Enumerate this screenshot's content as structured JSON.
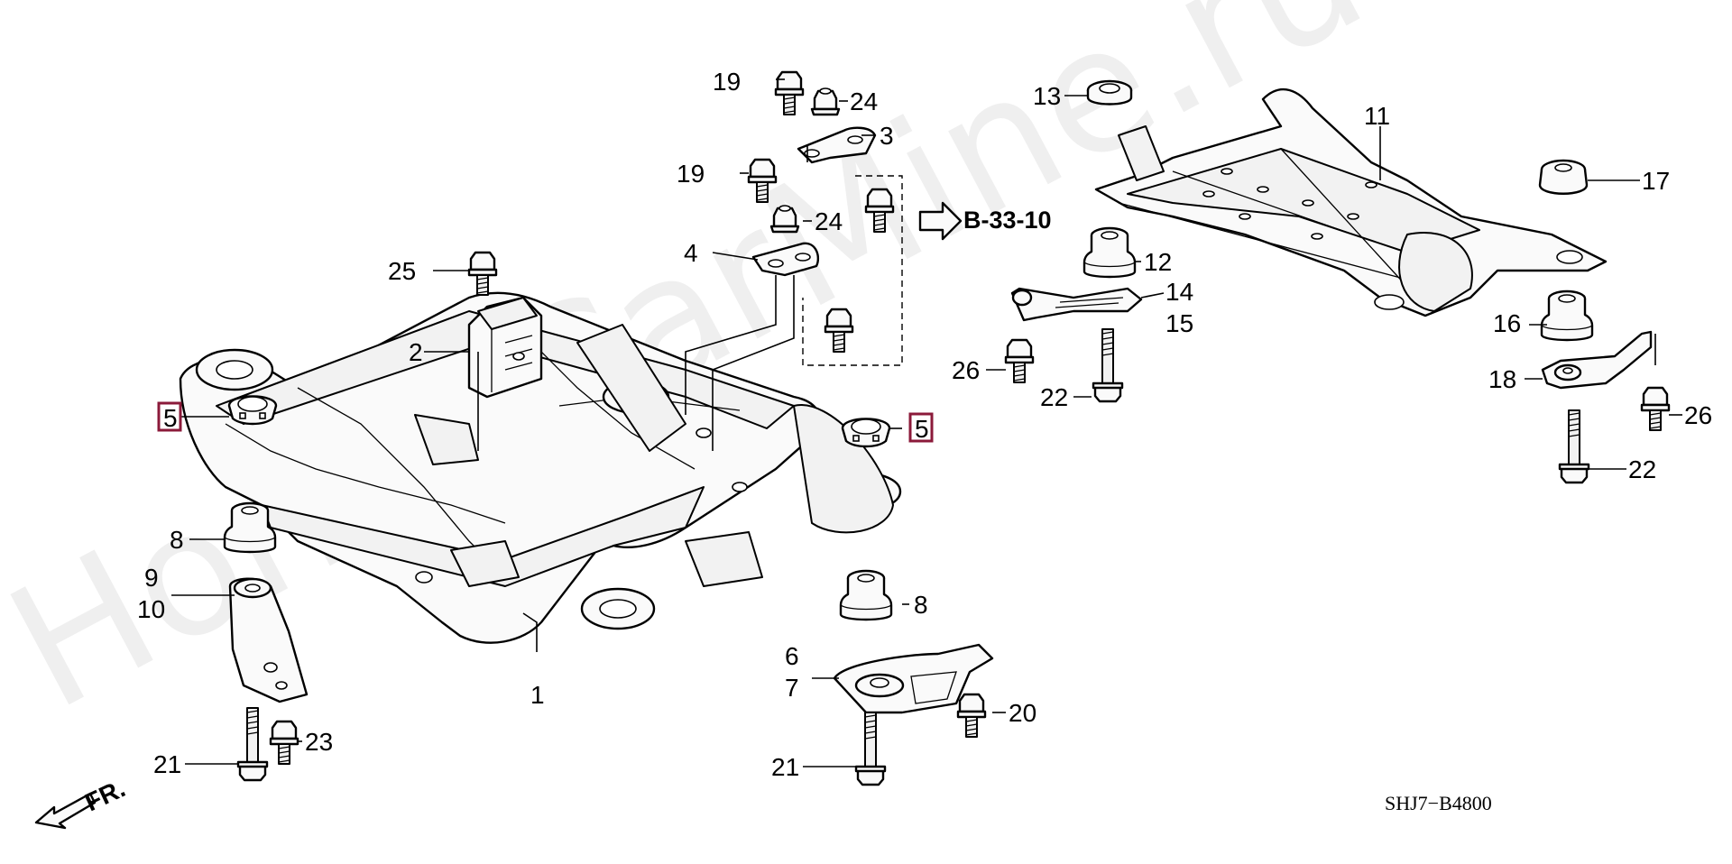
{
  "watermark": "HondaCarMine.ru",
  "diagram_code": "SHJ7−B4800",
  "cross_reference": "B-33-10",
  "front_indicator": "FR.",
  "callouts": {
    "p1": "1",
    "p2": "2",
    "p3": "3",
    "p4": "4",
    "p5a": "5",
    "p5b": "5",
    "p6": "6",
    "p7": "7",
    "p8a": "8",
    "p8b": "8",
    "p9": "9",
    "p10": "10",
    "p11": "11",
    "p12": "12",
    "p13": "13",
    "p14": "14",
    "p15": "15",
    "p16": "16",
    "p17": "17",
    "p18": "18",
    "p19a": "19",
    "p19b": "19",
    "p20": "20",
    "p21a": "21",
    "p21b": "21",
    "p22a": "22",
    "p22b": "22",
    "p23": "23",
    "p24a": "24",
    "p24b": "24",
    "p25": "25",
    "p26a": "26",
    "p26b": "26"
  },
  "colors": {
    "highlight_box": "#8b1a3a",
    "line": "#000000",
    "background": "#ffffff"
  }
}
